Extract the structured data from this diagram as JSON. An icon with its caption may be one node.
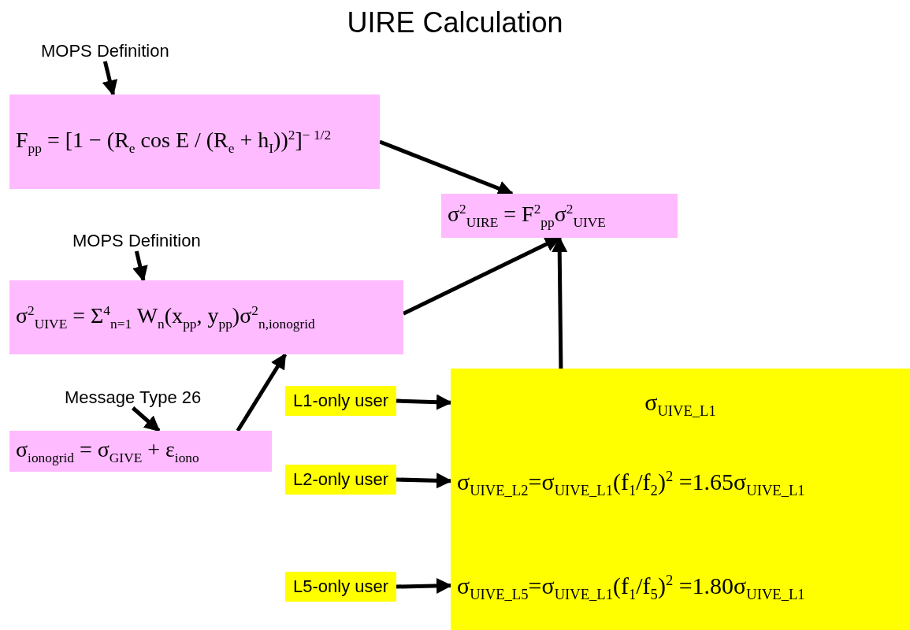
{
  "diagram": {
    "title": "UIRE Calculation",
    "nodes": [
      {
        "text": [
          "MOPS Definition"
        ]
      },
      {
        "text": [
          "F$_{pp}$ = [1 − (R$_{e}$ cos E / (R$_{e}$ + h$_{I}$))$^{2}$]$^{− 1/2}$"
        ]
      },
      {
        "text": [
          "σ$^{2}$$_{UIRE}$ = F$^{2}$$_{pp}$σ$^{2}$$_{UIVE}$"
        ]
      },
      {
        "text": [
          "MOPS Definition"
        ]
      },
      {
        "text": [
          "σ$^{2}$$_{UIVE}$ = Σ$^{4}$$_{n=1}$ W$_{n}$(x$_{pp}$, y$_{pp}$)σ$^{2}$$_{n,ionogrid}$"
        ]
      },
      {
        "text": [
          "Message Type 26"
        ]
      },
      {
        "text": [
          "σ$_{ionogrid}$ = σ$_{GIVE}$ + ε$_{iono}$"
        ]
      },
      {
        "text": [
          "L1-only user"
        ]
      },
      {
        "text": [
          "L2-only user"
        ]
      },
      {
        "text": [
          "L5-only user"
        ]
      },
      {
        "text": [
          "σ$_{UIVE_L1}$",
          "σ$_{UIVE_L2}$=σ$_{UIVE_L1}$(f$_{1}$/f$_{2}$)$^{2}$ =1.65σ$_{UIVE_L1}$",
          "σ$_{UIVE_L5}$=σ$_{UIVE_L1}$(f$_{1}$/f$_{5}$)$^{2}$ =1.80σ$_{UIVE_L1}$"
        ]
      }
    ],
    "edges": [
      {
        "from": 0,
        "to": 1,
        "arrow": "to"
      },
      {
        "from": 1,
        "to": 2,
        "arrow": "to"
      },
      {
        "from": 3,
        "to": 4,
        "arrow": "to"
      },
      {
        "from": 4,
        "to": 2,
        "arrow": "to"
      },
      {
        "from": 5,
        "to": 6,
        "arrow": "to"
      },
      {
        "from": 6,
        "to": 4,
        "arrow": "to"
      },
      {
        "from": 7,
        "to": 10,
        "arrow": "to"
      },
      {
        "from": 8,
        "to": 10,
        "arrow": "to"
      },
      {
        "from": 9,
        "to": 10,
        "arrow": "to"
      },
      {
        "from": 10,
        "to": 2,
        "arrow": "to"
      }
    ]
  }
}
